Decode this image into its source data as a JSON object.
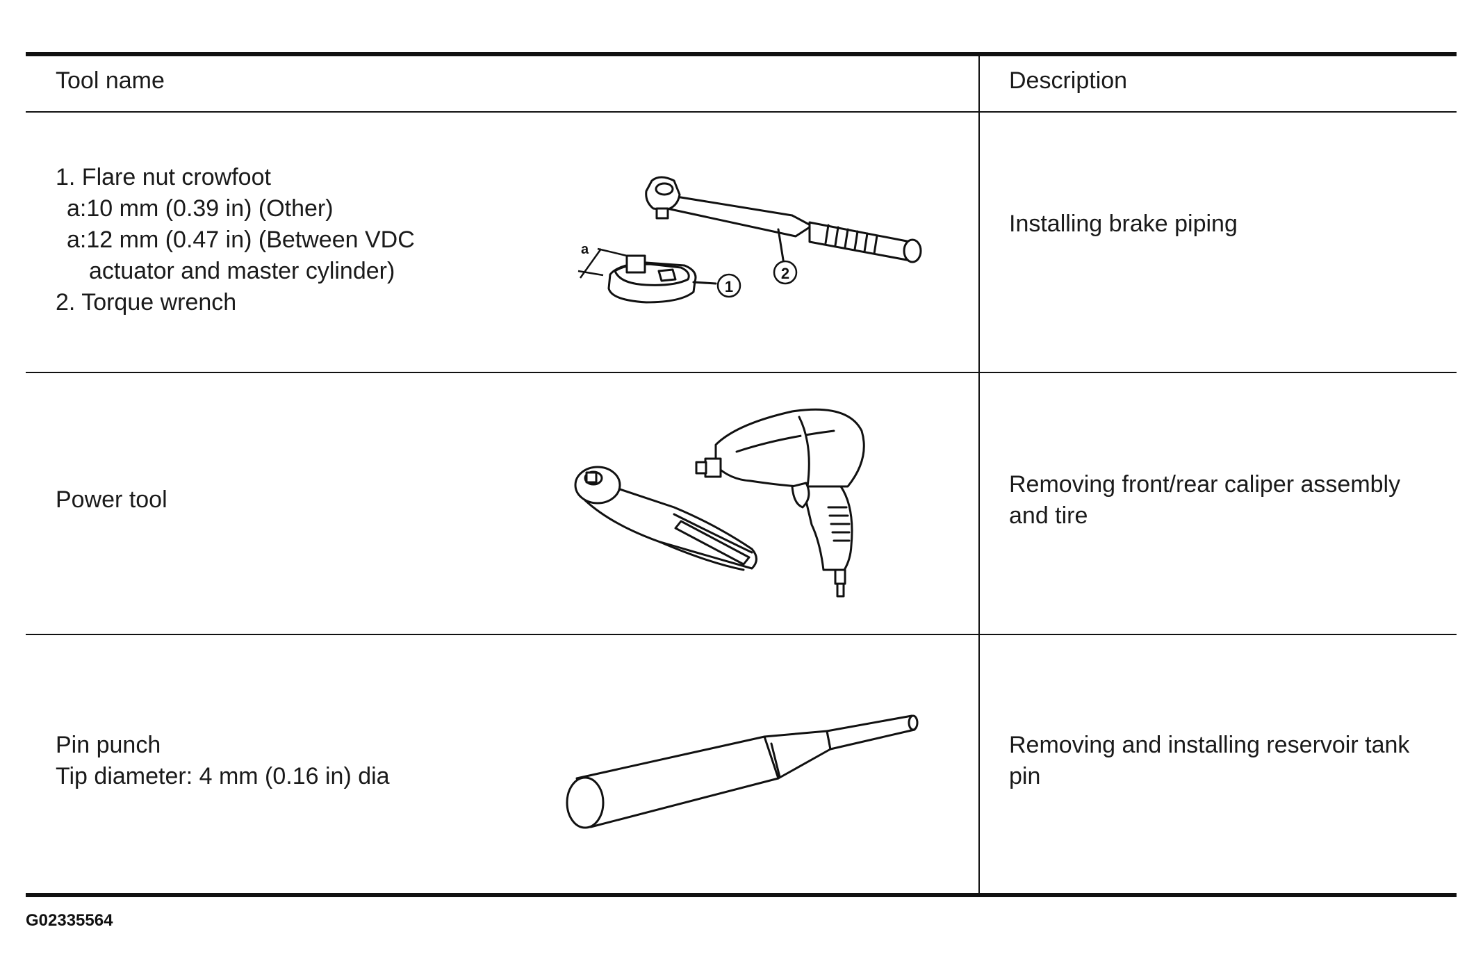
{
  "table": {
    "headers": {
      "tool_name": "Tool name",
      "description": "Description"
    },
    "rows": [
      {
        "tool_lines": [
          "1. Flare nut crowfoot",
          "a:10 mm (0.39 in) (Other)",
          "a:12 mm (0.47 in) (Between VDC",
          "actuator and master cylinder)",
          "2. Torque wrench"
        ],
        "figure_icon": "flare-nut-crowfoot-and-torque-wrench",
        "callouts": [
          "a",
          "1",
          "2"
        ],
        "description_lines": [
          "Installing brake piping"
        ]
      },
      {
        "tool_lines": [
          "Power tool"
        ],
        "figure_icon": "air-ratchet-and-impact-wrench",
        "description_lines": [
          "Removing front/rear caliper assembly",
          "and tire"
        ]
      },
      {
        "tool_lines": [
          "Pin punch",
          "Tip diameter: 4 mm (0.16 in) dia"
        ],
        "figure_icon": "pin-punch",
        "description_lines": [
          "Removing and installing reservoir tank",
          "pin"
        ]
      }
    ]
  },
  "figure_code": "G02335564"
}
